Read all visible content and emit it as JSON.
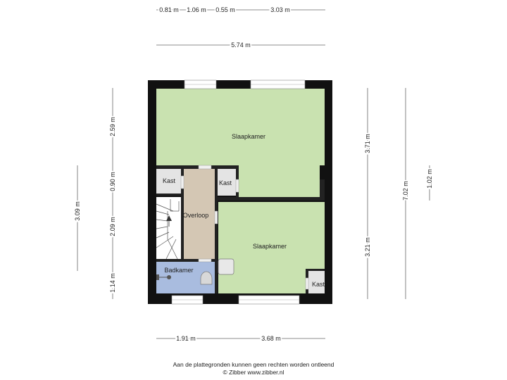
{
  "dimensions": {
    "top_row1": [
      "0.81 m",
      "1.06 m",
      "0.55 m",
      "3.03 m"
    ],
    "top_row2": "5.74 m",
    "left_inner": [
      "2.59 m",
      "0.90 m",
      "2.09 m",
      "1.14 m"
    ],
    "left_outer": "3.09 m",
    "right_inner": [
      "3.71 m",
      "3.21 m"
    ],
    "right_outer": "7.02 m",
    "right_small": "1.02 m",
    "bottom": [
      "1.91 m",
      "3.68 m"
    ]
  },
  "rooms": {
    "slaapkamer_top": "Slaapkamer",
    "slaapkamer_bottom": "Slaapkamer",
    "overloop": "Overloop",
    "badkamer": "Badkamer",
    "kast_left": "Kast",
    "kast_mid": "Kast",
    "kast_right": "Kast"
  },
  "colors": {
    "bedroom": "#c9e2b0",
    "landing": "#d4c7b4",
    "bathroom": "#a9bcdf",
    "closet": "#e4e4e4",
    "wall": "#111111"
  },
  "footer": {
    "disclaimer": "Aan de plattegronden kunnen geen rechten worden ontleend",
    "credit": "© Zibber www.zibber.nl"
  }
}
